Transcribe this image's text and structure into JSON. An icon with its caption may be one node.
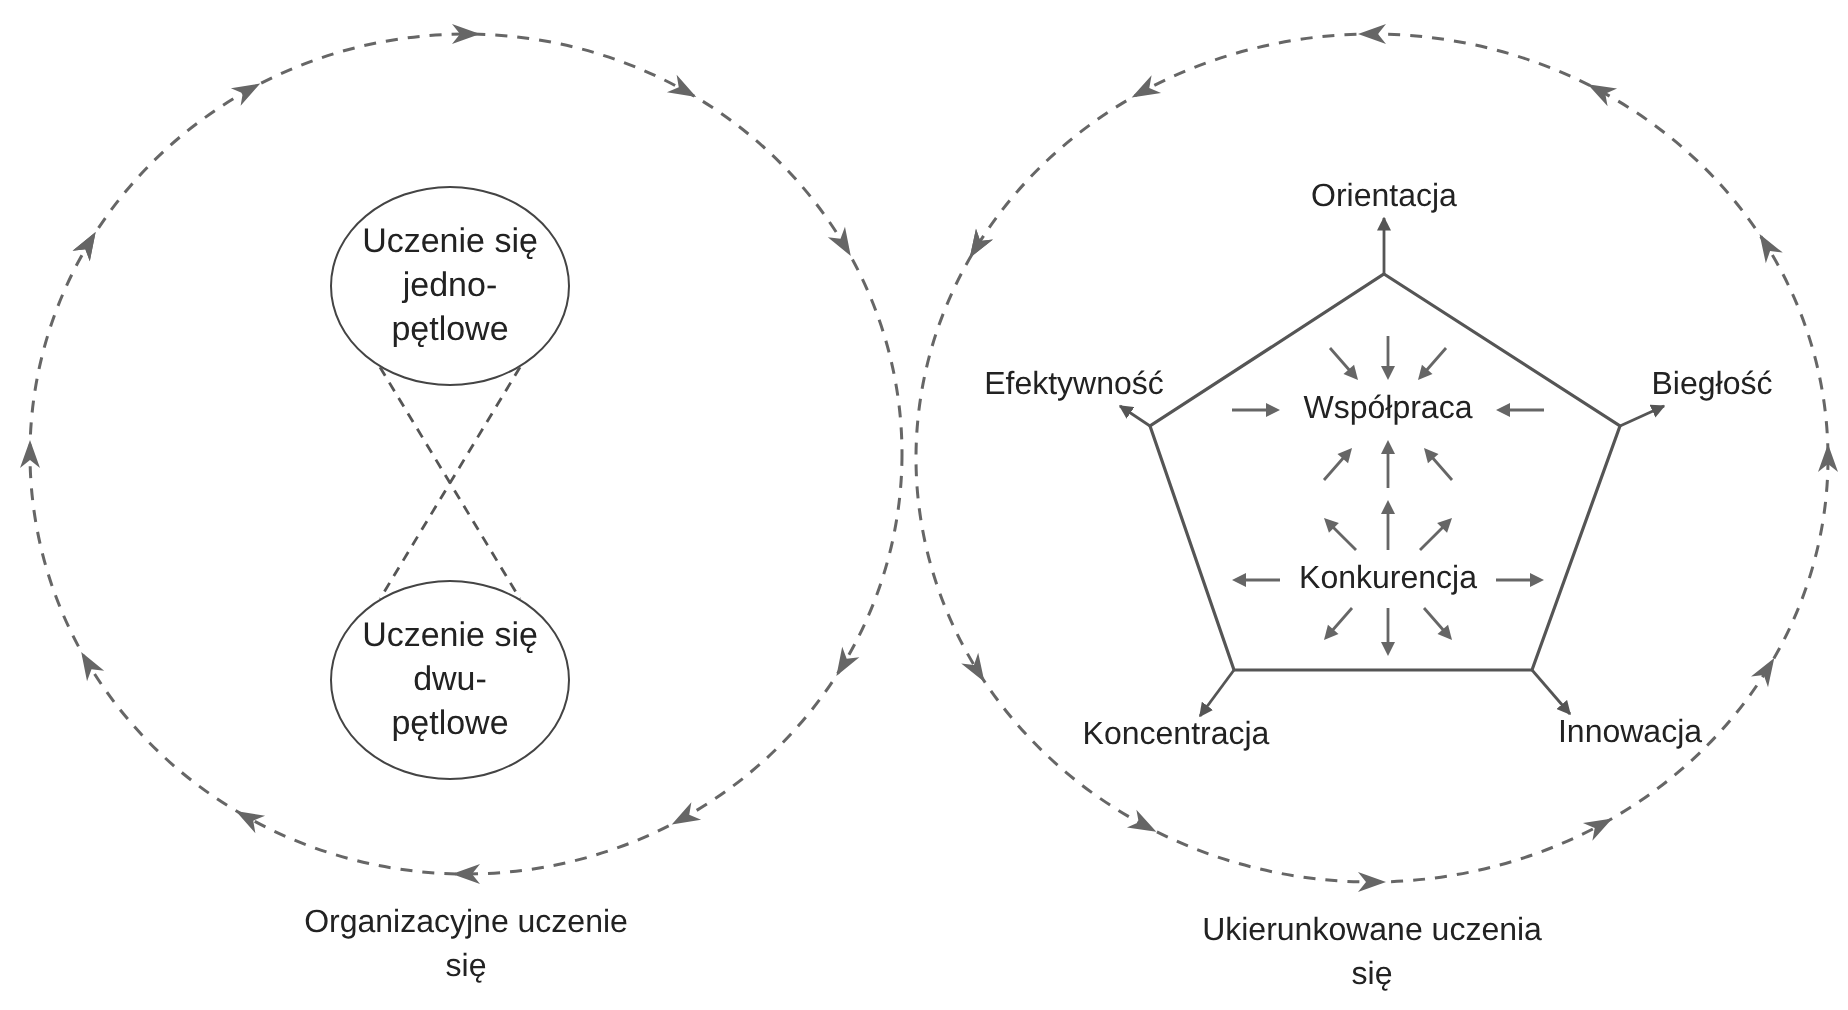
{
  "diagram": {
    "nodes": [
      {
        "text": [
          "Organizacyjne uczenie się"
        ]
      },
      {
        "text": [
          "Uczenie się jedno- pętlowe"
        ],
        "in": 0
      },
      {
        "text": [
          "Uczenie się dwu- pętlowe"
        ],
        "in": 0
      },
      {
        "text": [
          "Ukierunkowane uczenia się"
        ]
      },
      {
        "text": [
          "Współpraca",
          "Konkurencja"
        ],
        "in": 3
      },
      {
        "text": [
          "Orientacja"
        ],
        "in": 3
      },
      {
        "text": [
          "Biegłość"
        ],
        "in": 3
      },
      {
        "text": [
          "Innowacja"
        ],
        "in": 3
      },
      {
        "text": [
          "Koncentracja"
        ],
        "in": 3
      },
      {
        "text": [
          "Efektywność"
        ],
        "in": 3
      }
    ],
    "edges": [
      {
        "from": 1,
        "to": 2,
        "arrow": "none",
        "style": "dashed"
      },
      {
        "from": 1,
        "to": 2,
        "arrow": "none",
        "style": "dashed"
      },
      {
        "from": 4,
        "to": 5,
        "arrow": "to"
      },
      {
        "from": 4,
        "to": 6,
        "arrow": "to"
      },
      {
        "from": 4,
        "to": 7,
        "arrow": "to"
      },
      {
        "from": 4,
        "to": 8,
        "arrow": "to"
      },
      {
        "from": 4,
        "to": 9,
        "arrow": "to"
      }
    ]
  }
}
